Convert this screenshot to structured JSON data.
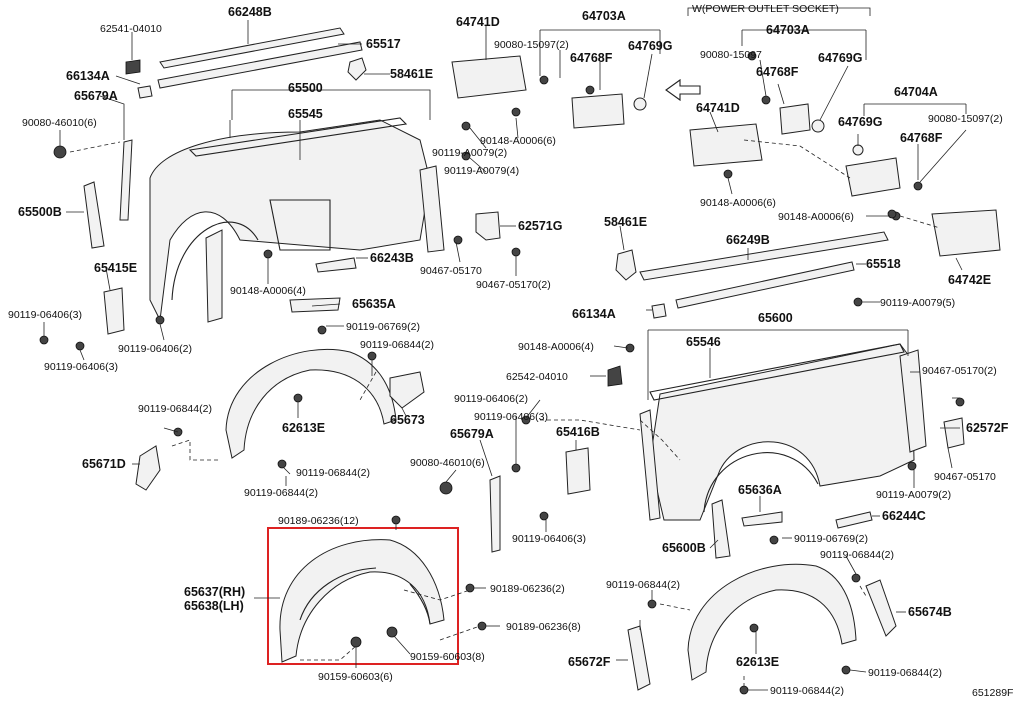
{
  "header": {
    "power_outlet_note": "W(POWER OUTLET SOCKET)"
  },
  "ref_code": "651289F",
  "labels": {
    "l66248B": "66248B",
    "l62541_04010": "62541-04010",
    "l65517": "65517",
    "l66134A_l": "66134A",
    "l58461E_l": "58461E",
    "l65679A_top": "65679A",
    "l65500": "65500",
    "l90080_46010_l": "90080-46010(6)",
    "l65545": "65545",
    "l90119_A0079_2": "90119-A0079(2)",
    "l90119_A0079_4": "90119-A0079(4)",
    "l65500B": "65500B",
    "l62571G": "62571G",
    "l66243B": "66243B",
    "l90467_05170_a": "90467-05170",
    "l90467_05170_2a": "90467-05170(2)",
    "l65415E": "65415E",
    "l90148_A0006_4a": "90148-A0006(4)",
    "l90119_06406_3a": "90119-06406(3)",
    "l65635A": "65635A",
    "l90119_06769_2a": "90119-06769(2)",
    "l90119_06406_2a": "90119-06406(2)",
    "l90119_06844_2a": "90119-06844(2)",
    "l90119_06406_3b": "90119-06406(3)",
    "l90119_06844_2b": "90119-06844(2)",
    "l62613E_a": "62613E",
    "l65673": "65673",
    "l65671D": "65671D",
    "l90119_06844_2c": "90119-06844(2)",
    "l90119_06844_2d": "90119-06844(2)",
    "l64741D_a": "64741D",
    "l64703A_a": "64703A",
    "l90080_15097_2a": "90080-15097(2)",
    "l64768F_a": "64768F",
    "l64769G_a": "64769G",
    "l90148_A0006_6a": "90148-A0006(6)",
    "l64703A_b": "64703A",
    "l90080_15097_b": "90080-15097",
    "l64768F_b": "64768F",
    "l64769G_b": "64769G",
    "l64741D_b": "64741D",
    "l64704A": "64704A",
    "l64769G_c": "64769G",
    "l90080_15097_2c": "90080-15097(2)",
    "l64768F_c": "64768F",
    "l90148_A0006_6b": "90148-A0006(6)",
    "l90148_A0006_6c": "90148-A0006(6)",
    "l58461E_r": "58461E",
    "l66249B": "66249B",
    "l65518": "65518",
    "l64742E": "64742E",
    "l66134A_r": "66134A",
    "l90119_A0079_5": "90119-A0079(5)",
    "l65600": "65600",
    "l90148_A0006_4b": "90148-A0006(4)",
    "l65546": "65546",
    "l62542_04010": "62542-04010",
    "l90467_05170_2b": "90467-05170(2)",
    "l90119_06406_2b": "90119-06406(2)",
    "l90119_06406_3c": "90119-06406(3)",
    "l65679A_mid": "65679A",
    "l65416B": "65416B",
    "l62572F": "62572F",
    "l90080_46010_m": "90080-46010(6)",
    "l90467_05170_b": "90467-05170",
    "l90119_A0079_2b": "90119-A0079(2)",
    "l65636A": "65636A",
    "l66244C": "66244C",
    "l90189_06236_12": "90189-06236(12)",
    "l90119_06406_3d": "90119-06406(3)",
    "l90119_06769_2b": "90119-06769(2)",
    "l65600B": "65600B",
    "l90119_06844_2e": "90119-06844(2)",
    "l65637RH": "65637(RH)",
    "l65638LH": "65638(LH)",
    "l90189_06236_2": "90189-06236(2)",
    "l90119_06844_2f": "90119-06844(2)",
    "l65674B": "65674B",
    "l90189_06236_8": "90189-06236(8)",
    "l90159_60603_8": "90159-60603(8)",
    "l65672F": "65672F",
    "l62613E_b": "62613E",
    "l90159_60603_6": "90159-60603(6)",
    "l90119_06844_2g": "90119-06844(2)",
    "l90119_06844_2h": "90119-06844(2)"
  },
  "highlight_color": "#d22222"
}
